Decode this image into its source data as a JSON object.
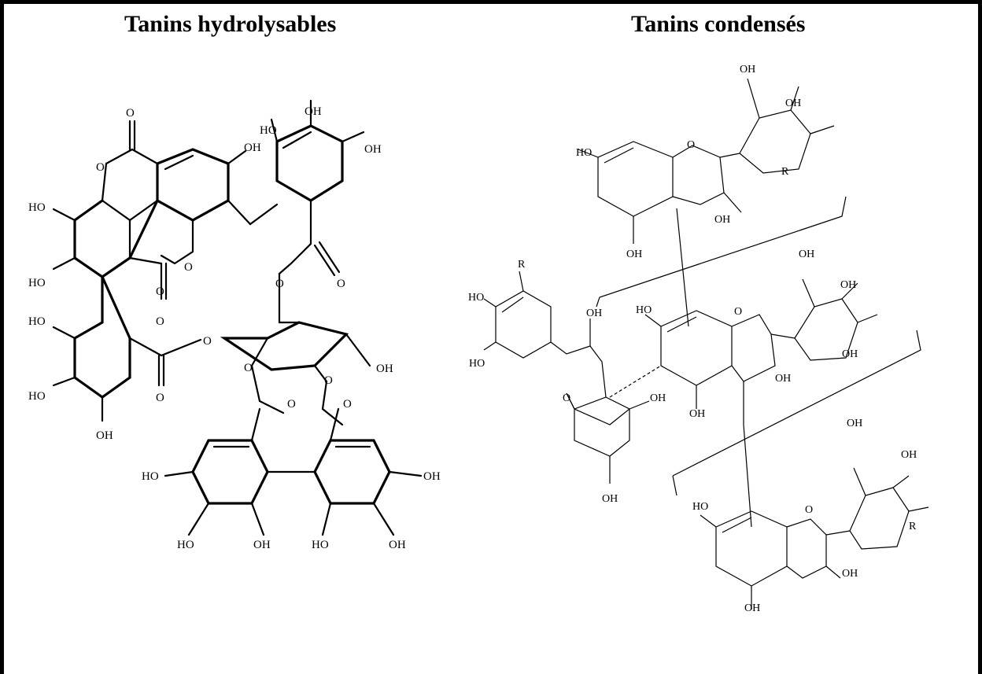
{
  "panels": {
    "left_title": "Tanins hydrolysables",
    "right_title": "Tanins condensés"
  },
  "atoms": {
    "oh": "OH",
    "ho": "HO",
    "o": "O",
    "r": "R"
  }
}
